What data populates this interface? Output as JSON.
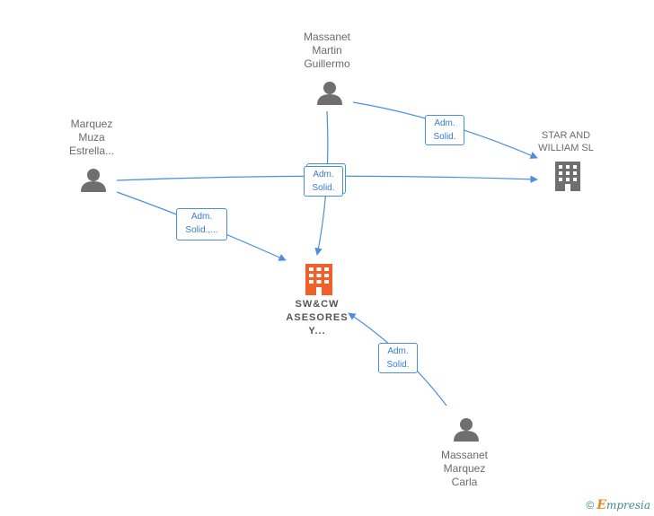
{
  "nodes": [
    {
      "id": "massanet-martin",
      "type": "person",
      "label_lines": [
        "Massanet",
        "Martin",
        "Guillermo"
      ]
    },
    {
      "id": "marquez-muza",
      "type": "person",
      "label_lines": [
        "Marquez",
        "Muza",
        "Estrella..."
      ]
    },
    {
      "id": "star-william",
      "type": "company",
      "label_lines": [
        "STAR AND",
        "WILLIAM SL"
      ]
    },
    {
      "id": "swcw",
      "type": "company-main",
      "label_lines": [
        "SW&CW",
        "ASESORES",
        "Y..."
      ]
    },
    {
      "id": "massanet-marquez",
      "type": "person",
      "label_lines": [
        "Massanet",
        "Marquez",
        "Carla"
      ]
    }
  ],
  "edges": [
    {
      "id": "e1",
      "from": "massanet-martin",
      "to": "star-william",
      "label_lines": [
        "Adm.",
        "Solid."
      ]
    },
    {
      "id": "e2",
      "from": "massanet-martin",
      "to": "swcw",
      "label_lines": [
        "Adm.",
        "Solid."
      ]
    },
    {
      "id": "e3",
      "from": "marquez-muza",
      "to": "star-william",
      "label_lines": [
        "Adm.",
        "Solid."
      ]
    },
    {
      "id": "e4",
      "from": "marquez-muza",
      "to": "swcw",
      "label_lines": [
        "Adm.",
        "Solid.,..."
      ]
    },
    {
      "id": "e5",
      "from": "massanet-marquez",
      "to": "swcw",
      "label_lines": [
        "Adm.",
        "Solid."
      ]
    }
  ],
  "colors": {
    "edge": "#4a8fdf",
    "person_icon": "#6f6f6f",
    "company_icon": "#6f6f6f",
    "main_company_icon": "#f0602a",
    "label_text": "#6b6b6b"
  },
  "icons": {
    "person": "person-icon",
    "company": "building-icon"
  },
  "footer": {
    "copyright_symbol": "©",
    "brand_initial": "E",
    "brand_rest": "mpresia"
  }
}
